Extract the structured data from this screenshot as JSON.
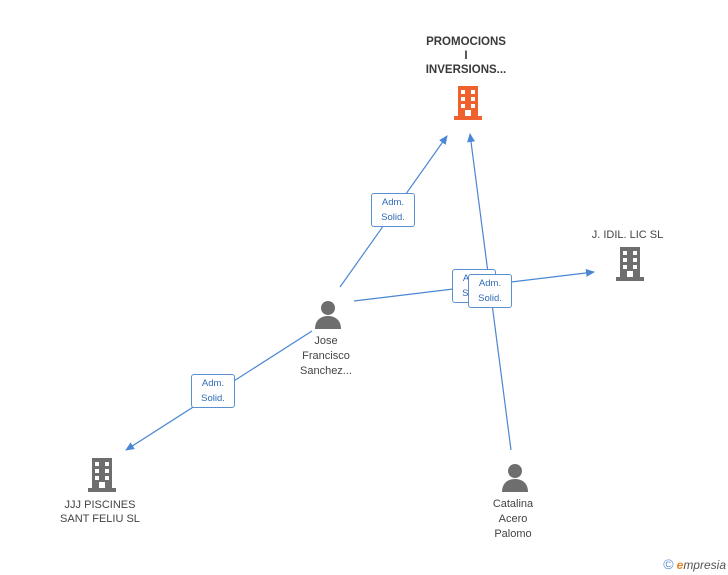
{
  "colors": {
    "edge": "#4a86d4",
    "company_main": "#f0622d",
    "company": "#6e6e6e",
    "person": "#6e6e6e"
  },
  "nodes": {
    "promocions": {
      "type": "company",
      "label_lines": [
        "PROMOCIONS",
        "I",
        "INVERSIONS..."
      ],
      "icon": "building-icon"
    },
    "jidil": {
      "type": "company",
      "label_lines": [
        "J. IDIL. LIC SL"
      ],
      "icon": "building-icon"
    },
    "jjj": {
      "type": "company",
      "label_lines": [
        "JJJ PISCINES",
        "SANT FELIU SL"
      ],
      "icon": "building-icon"
    },
    "jose": {
      "type": "person",
      "label_lines": [
        "Jose",
        "Francisco",
        "Sanchez..."
      ],
      "icon": "person-icon"
    },
    "catalina": {
      "type": "person",
      "label_lines": [
        "Catalina",
        "Acero",
        "Palomo"
      ],
      "icon": "person-icon"
    }
  },
  "roles": {
    "jose_promocions": [
      "Adm.",
      "Solid."
    ],
    "jose_jidil": [
      "Adm.",
      "Solid."
    ],
    "catalina_jidil": [
      "Adm.",
      "Solid."
    ],
    "jose_jjj": [
      "Adm.",
      "Solid."
    ]
  },
  "footer": {
    "copyright": "©",
    "brand_e": "e",
    "brand_rest": "mpresia"
  }
}
